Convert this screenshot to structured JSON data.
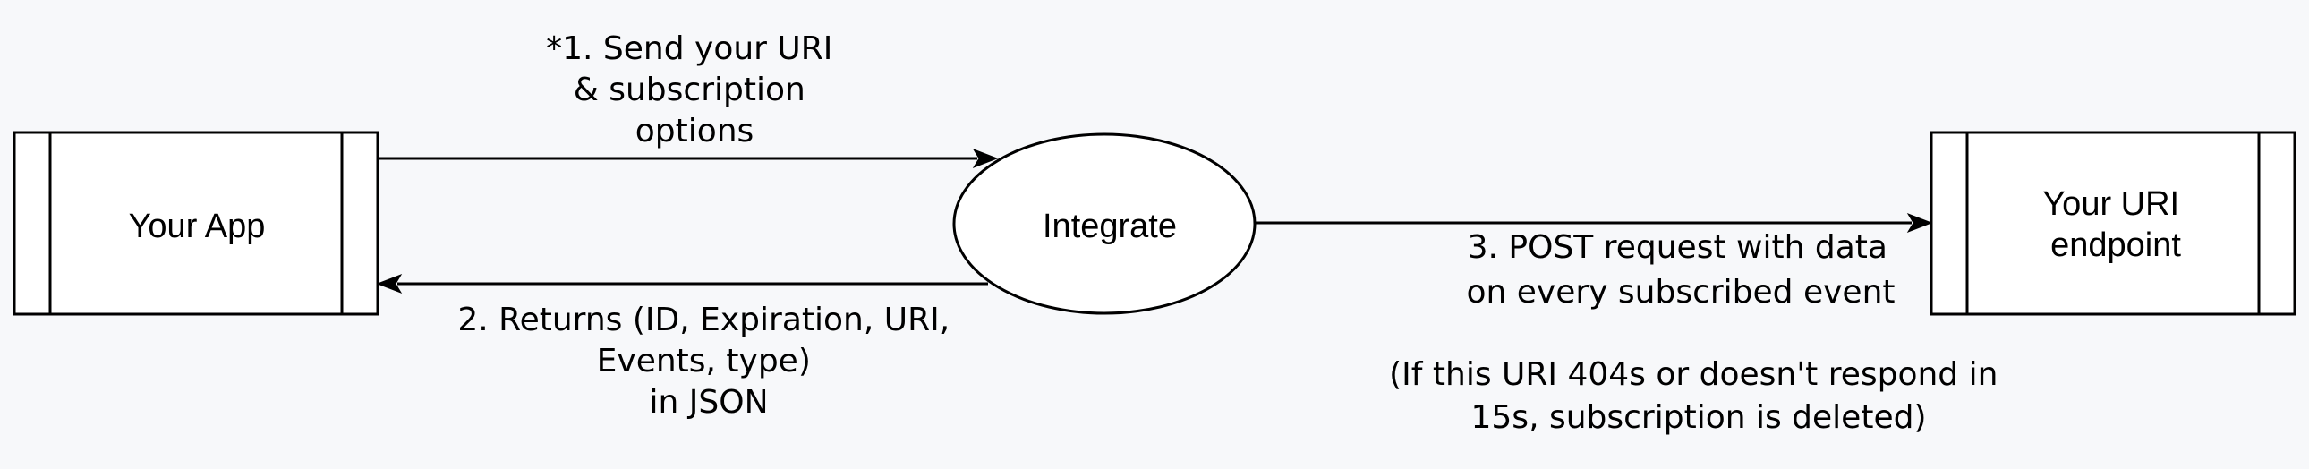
{
  "diagram": {
    "nodes": {
      "app": {
        "label": "Your App"
      },
      "integrate": {
        "label": "Integrate"
      },
      "endpoint": {
        "label_lines": [
          "Your URI",
          "endpoint"
        ]
      }
    },
    "edges": {
      "send": {
        "label_lines": [
          "*1. Send your URI",
          "& subscription",
          "options"
        ]
      },
      "returns": {
        "label_lines": [
          "2. Returns (ID, Expiration, URI,",
          "Events, type)",
          "in JSON"
        ]
      },
      "post": {
        "label_lines": [
          "3. POST request with data",
          "on every subscribed event"
        ]
      }
    },
    "note": {
      "lines": [
        "(If this URI 404s or doesn't respond in",
        "15s, subscription is deleted)"
      ]
    }
  }
}
